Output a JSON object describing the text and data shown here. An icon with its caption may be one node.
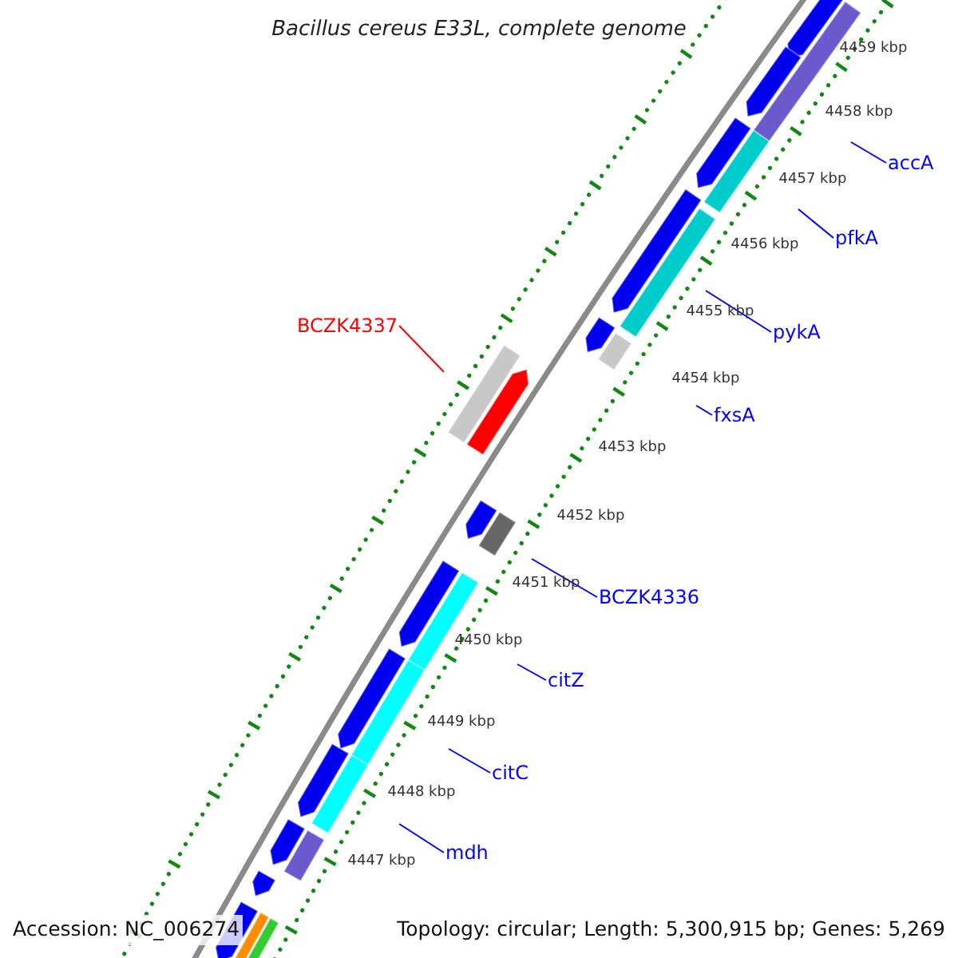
{
  "diagram": {
    "title": "Bacillus cereus E33L, complete genome",
    "nodes": [
      {
        "text": [
          "accA"
        ]
      },
      {
        "text": [
          "pfkA"
        ]
      },
      {
        "text": [
          "BCZK4337"
        ]
      },
      {
        "text": [
          "pykA"
        ]
      },
      {
        "text": [
          "fxsA"
        ]
      },
      {
        "text": [
          "BCZK4336"
        ]
      },
      {
        "text": [
          "citZ"
        ]
      },
      {
        "text": [
          "citC"
        ]
      },
      {
        "text": [
          "mdh"
        ]
      }
    ],
    "edges": [
      {
        "from": 0,
        "to": null,
        "arrow": "none"
      },
      {
        "from": 1,
        "to": null,
        "arrow": "none"
      },
      {
        "from": 2,
        "to": null,
        "arrow": "none",
        "color": "#ff0000"
      },
      {
        "from": 3,
        "to": null,
        "arrow": "none"
      },
      {
        "from": 4,
        "to": null,
        "arrow": "none"
      },
      {
        "from": 5,
        "to": null,
        "arrow": "none"
      },
      {
        "from": 6,
        "to": null,
        "arrow": "none"
      },
      {
        "from": 7,
        "to": null,
        "arrow": "none"
      },
      {
        "from": 8,
        "to": null,
        "arrow": "none"
      }
    ],
    "labels": [
      "4459 kbp",
      "4458 kbp",
      "4457 kbp",
      "4456 kbp",
      "4455 kbp",
      "4454 kbp",
      "4453 kbp",
      "4452 kbp",
      "4451 kbp",
      "4450 kbp",
      "4449 kbp",
      "4448 kbp",
      "4447 kbp",
      "Accession: NC_006274",
      "Topology: circular; Length: 5,300,915 bp; Genes: 5,269"
    ]
  }
}
